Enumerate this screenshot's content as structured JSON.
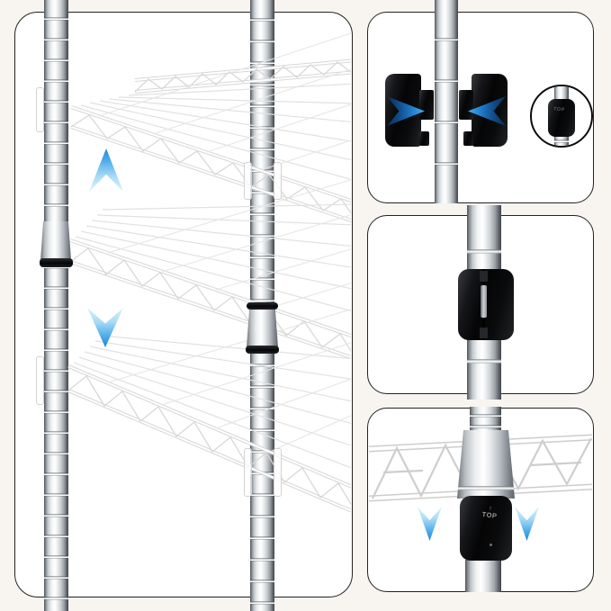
{
  "image": {
    "title": "Height-adjustable wire shelving — assembly instruction panels",
    "background_color": "#f8f4f0",
    "panel_border_color": "#222222",
    "arrow_blue_dark": "#1173c6",
    "arrow_blue_light": "#ddf3fd",
    "pole_finish": "chrome",
    "clip_color": "#0a0b0c"
  },
  "panels": {
    "overview": {
      "name": "shelf-height-adjustment-overview",
      "arrows": [
        "up",
        "down"
      ]
    },
    "step1": {
      "name": "snap-clip-halves-onto-pole",
      "arrows": [
        "right",
        "left"
      ],
      "inset_marking": "TOP"
    },
    "step2": {
      "name": "clip-locked-on-pole"
    },
    "step3": {
      "name": "slide-shelf-cone-sleeve-down",
      "arrows": [
        "down",
        "down"
      ],
      "sleeve_marking_arrow": "↑",
      "sleeve_marking": "TOP"
    }
  }
}
